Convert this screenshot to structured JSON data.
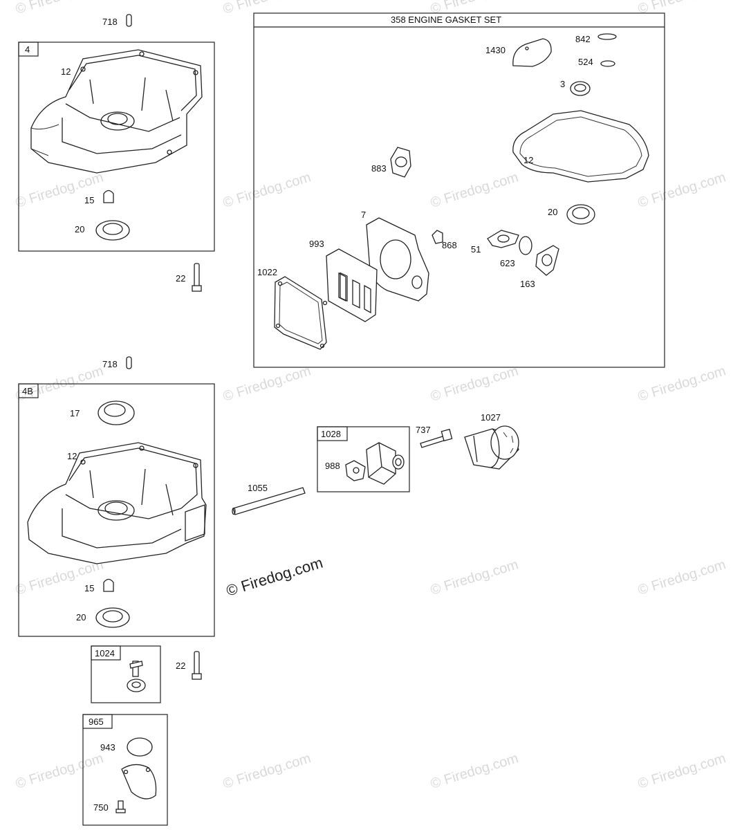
{
  "watermark": {
    "text": "© Firedog.com",
    "center_text": "© Firedog.com"
  },
  "gasket_set": {
    "title": "358 ENGINE GASKET SET"
  },
  "boxes": {
    "box4": "4",
    "box4b": "4B",
    "box1028": "1028",
    "box1024": "1024",
    "box965": "965"
  },
  "labels": {
    "l718a": "718",
    "l12a": "12",
    "l15a": "15",
    "l20a": "20",
    "l22a": "22",
    "l1430": "1430",
    "l842": "842",
    "l524": "524",
    "l3": "3",
    "l883": "883",
    "l12b": "12",
    "l20b": "20",
    "l7": "7",
    "l868": "868",
    "l993": "993",
    "l51": "51",
    "l623": "623",
    "l163": "163",
    "l1022": "1022",
    "l718b": "718",
    "l17": "17",
    "l12c": "12",
    "l15b": "15",
    "l20c": "20",
    "l988": "988",
    "l737": "737",
    "l1027": "1027",
    "l1055": "1055",
    "l22b": "22",
    "l943": "943",
    "l750": "750"
  }
}
